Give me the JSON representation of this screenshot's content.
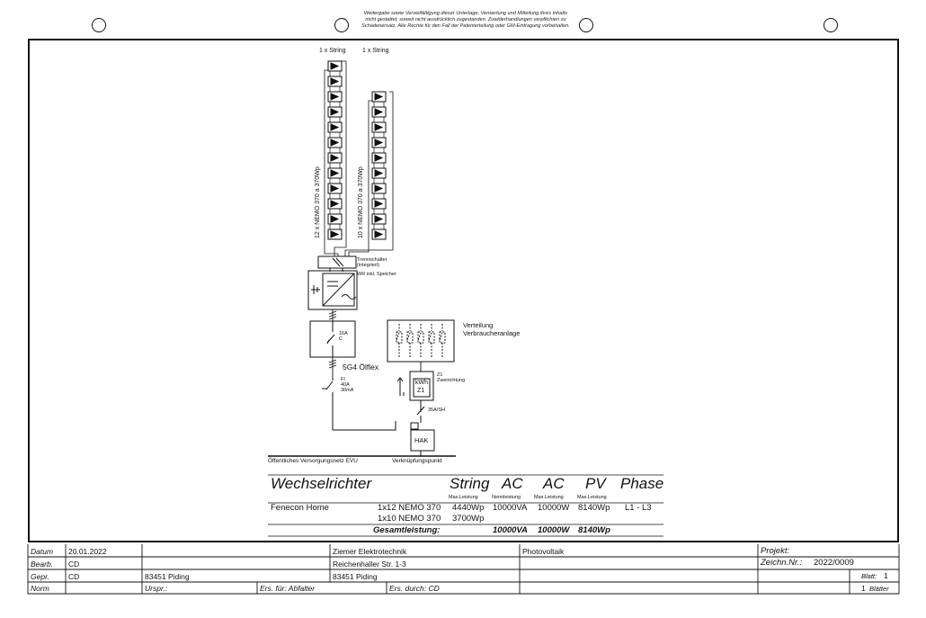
{
  "notice": {
    "line1": "Weitergabe sowie Vervielfältigung dieser Unterlage, Verwertung und Mitteilung ihres Inhalts",
    "line2": "nicht gestattet, soweit nicht ausdrücklich zugestanden. Zuwiderhandlungen verpflichten zu",
    "line3": "Schadenersatz. Alle Rechte für den Fall der Patenterteilung oder GM-Eintragung vorbehalten."
  },
  "strings": [
    {
      "label": "1 x String",
      "modules_label": "12 x NEMO 370 a 370Wp",
      "count": 12
    },
    {
      "label": "1 x String",
      "modules_label": "10 x NEMO 370 a 370Wp",
      "count": 10
    }
  ],
  "components": {
    "disconnector": "Trennschalter",
    "disconnector_note": "(integriert)",
    "inverter": "WR inkl. Speicher",
    "breaker_rating": "16A",
    "breaker_char": "C",
    "cable": "5G4 Ölflex",
    "rcd": "FI",
    "rcd_rating": "40A",
    "rcd_trip": "30mA",
    "distribution": "Verteilung",
    "consumer": "Verbraucheranlage",
    "meter_id": "Z1",
    "meter_note": "Zweirichtung",
    "meter_unit": "kWh",
    "meter_label": "Z1",
    "fuse": "35A/SH",
    "hak": "HAK",
    "grid": "Öffentliches Versorgungsnetz EVU",
    "connection_point": "Verknüpfungspunkt"
  },
  "summary": {
    "title": "Wechselrichter",
    "columns": [
      {
        "head": "String",
        "sub": "Max.Leistung"
      },
      {
        "head": "AC",
        "sub": "Nennleistung"
      },
      {
        "head": "AC",
        "sub": "Max.Leistung"
      },
      {
        "head": "PV",
        "sub": "Max.Leistung"
      },
      {
        "head": "Phase",
        "sub": ""
      }
    ],
    "device": "Fenecon Home",
    "row1_strings": "1x12 NEMO 370",
    "row1_string_power": "4440Wp",
    "row2_strings": "1x10 NEMO 370",
    "row2_string_power": "3700Wp",
    "ac_nominal": "10000VA",
    "ac_max": "10000W",
    "pv_max": "8140Wp",
    "phase": "L1 - L3",
    "total_label": "Gesamtleistung:",
    "total_ac_nominal": "10000VA",
    "total_ac_max": "10000W",
    "total_pv": "8140Wp"
  },
  "title_block": {
    "datum_label": "Datum",
    "datum": "20.01.2022",
    "bearb_label": "Bearb.",
    "bearb": "CD",
    "gepr_label": "Gepr.",
    "gepr": "CD",
    "norm_label": "Norm",
    "company": "Ziemer Elektrotechnik",
    "street": "Reichenhaller Str. 1-3",
    "city": "83451 Piding",
    "city_left": "83451 Piding",
    "subject": "Photovoltaik",
    "urspr_label": "Urspr.:",
    "ers_fuer_label": "Ers. für: Abfalter",
    "ers_durch_label": "Ers. durch: CD",
    "projekt_label": "Projekt:",
    "zeichn_label": "Zeichn.Nr.:",
    "zeichn": "2022/0009",
    "blatt_label": "Blatt:",
    "blatt": "1",
    "blaetter": "1",
    "blaetter_label": "Blätter"
  }
}
